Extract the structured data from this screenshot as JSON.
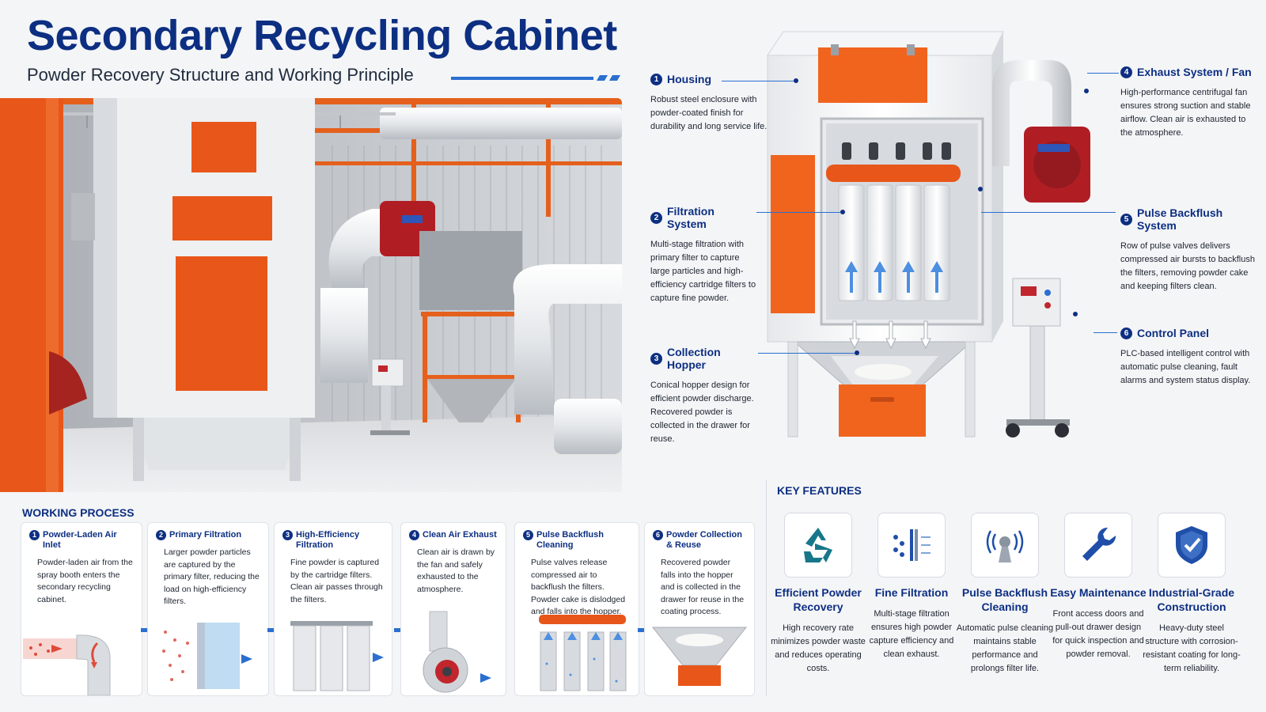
{
  "header": {
    "title": "Secondary Recycling Cabinet",
    "subtitle": "Powder Recovery Structure and Working Principle"
  },
  "callouts": [
    {
      "num": "1",
      "title": "Housing",
      "desc": "Robust steel enclosure with powder-coated finish for durability and long service life."
    },
    {
      "num": "2",
      "title": "Filtration System",
      "desc": "Multi-stage filtration with primary filter to capture large particles and high-efficiency cartridge filters to capture fine powder."
    },
    {
      "num": "3",
      "title": "Collection Hopper",
      "desc": "Conical hopper design for efficient powder discharge. Recovered powder is collected in the drawer for reuse."
    },
    {
      "num": "4",
      "title": "Exhaust System / Fan",
      "desc": "High-performance centrifugal fan ensures strong suction and stable airflow. Clean air is exhausted to the atmosphere."
    },
    {
      "num": "5",
      "title": "Pulse Backflush System",
      "desc": "Row of pulse valves delivers compressed air bursts to backflush the filters, removing powder cake and keeping filters clean."
    },
    {
      "num": "6",
      "title": "Control Panel",
      "desc": "PLC-based intelligent control with automatic pulse cleaning, fault alarms and system status display."
    }
  ],
  "working_process": {
    "title": "WORKING PROCESS",
    "steps": [
      {
        "num": "1",
        "title": "Powder-Laden Air Inlet",
        "desc": "Powder-laden air from the spray booth enters the secondary recycling cabinet."
      },
      {
        "num": "2",
        "title": "Primary Filtration",
        "desc": "Larger powder particles are captured by the primary filter, reducing the load on high-efficiency filters."
      },
      {
        "num": "3",
        "title": "High-Efficiency Filtration",
        "desc": "Fine powder is captured by the cartridge filters. Clean air passes through the filters."
      },
      {
        "num": "4",
        "title": "Clean Air Exhaust",
        "desc": "Clean air is drawn by the fan and safely exhausted to the atmosphere."
      },
      {
        "num": "5",
        "title": "Pulse Backflush Cleaning",
        "desc": "Pulse valves release compressed air to backflush the filters. Powder cake is dislodged and falls into the hopper."
      },
      {
        "num": "6",
        "title": "Powder Collection & Reuse",
        "desc": "Recovered powder falls into the hopper and is collected in the drawer for reuse in the coating process."
      }
    ]
  },
  "key_features": {
    "title": "KEY FEATURES",
    "items": [
      {
        "icon": "recycle-icon",
        "title": "Efficient Powder Recovery",
        "desc": "High recovery rate minimizes powder waste and reduces operating costs."
      },
      {
        "icon": "filter-icon",
        "title": "Fine Filtration",
        "desc": "Multi-stage filtration ensures high powder capture efficiency and clean exhaust."
      },
      {
        "icon": "pulse-icon",
        "title": "Pulse Backflush Cleaning",
        "desc": "Automatic pulse cleaning maintains stable performance and prolongs filter life."
      },
      {
        "icon": "wrench-icon",
        "title": "Easy Maintenance",
        "desc": "Front access doors and pull-out drawer design for quick inspection and powder removal."
      },
      {
        "icon": "shield-check-icon",
        "title": "Industrial-Grade Construction",
        "desc": "Heavy-duty steel structure with corrosion-resistant coating for long-term reliability."
      }
    ]
  },
  "colors": {
    "brand_blue": "#0d2f82",
    "accent_blue": "#2a6fd0",
    "orange": "#f0641e",
    "fan_red": "#b01e24"
  }
}
